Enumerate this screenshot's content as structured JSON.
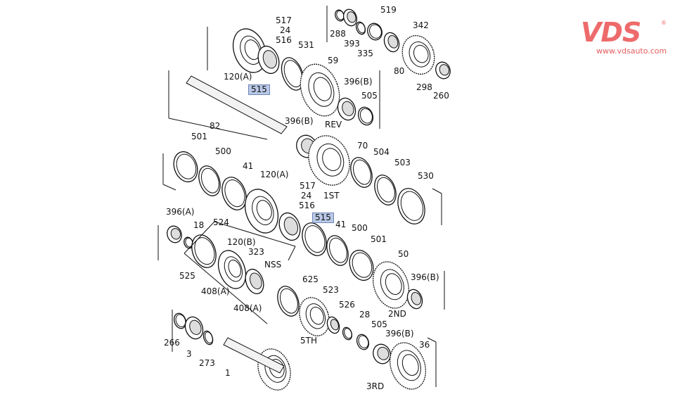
{
  "logo": {
    "brand": "VDS",
    "registered": "®",
    "url": "www.vdsauto.com"
  },
  "labels": [
    {
      "text": "517"
    },
    {
      "text": "24"
    },
    {
      "text": "516"
    },
    {
      "text": "531"
    },
    {
      "text": "120(A)"
    },
    {
      "text": "515",
      "highlight": true
    },
    {
      "text": "59"
    },
    {
      "text": "396(B)"
    },
    {
      "text": "505"
    },
    {
      "text": "82"
    },
    {
      "text": "396(B)"
    },
    {
      "text": "REV"
    },
    {
      "text": "519"
    },
    {
      "text": "288"
    },
    {
      "text": "393"
    },
    {
      "text": "335"
    },
    {
      "text": "342"
    },
    {
      "text": "80"
    },
    {
      "text": "298"
    },
    {
      "text": "260"
    },
    {
      "text": "501"
    },
    {
      "text": "500"
    },
    {
      "text": "41"
    },
    {
      "text": "120(A)"
    },
    {
      "text": "70"
    },
    {
      "text": "504"
    },
    {
      "text": "503"
    },
    {
      "text": "530"
    },
    {
      "text": "517"
    },
    {
      "text": "24"
    },
    {
      "text": "516"
    },
    {
      "text": "1ST"
    },
    {
      "text": "396(A)"
    },
    {
      "text": "18"
    },
    {
      "text": "524"
    },
    {
      "text": "515",
      "highlight": true
    },
    {
      "text": "41"
    },
    {
      "text": "500"
    },
    {
      "text": "501"
    },
    {
      "text": "120(B)"
    },
    {
      "text": "323"
    },
    {
      "text": "NSS"
    },
    {
      "text": "50"
    },
    {
      "text": "396(B)"
    },
    {
      "text": "525"
    },
    {
      "text": "408(A)"
    },
    {
      "text": "408(A)"
    },
    {
      "text": "625"
    },
    {
      "text": "523"
    },
    {
      "text": "526"
    },
    {
      "text": "28"
    },
    {
      "text": "2ND"
    },
    {
      "text": "505"
    },
    {
      "text": "266"
    },
    {
      "text": "5TH"
    },
    {
      "text": "3"
    },
    {
      "text": "273"
    },
    {
      "text": "396(B)"
    },
    {
      "text": "36"
    },
    {
      "text": "1"
    },
    {
      "text": "3RD"
    }
  ],
  "colors": {
    "highlight": "#b9c8e6",
    "logo": "#ee6b6b"
  }
}
